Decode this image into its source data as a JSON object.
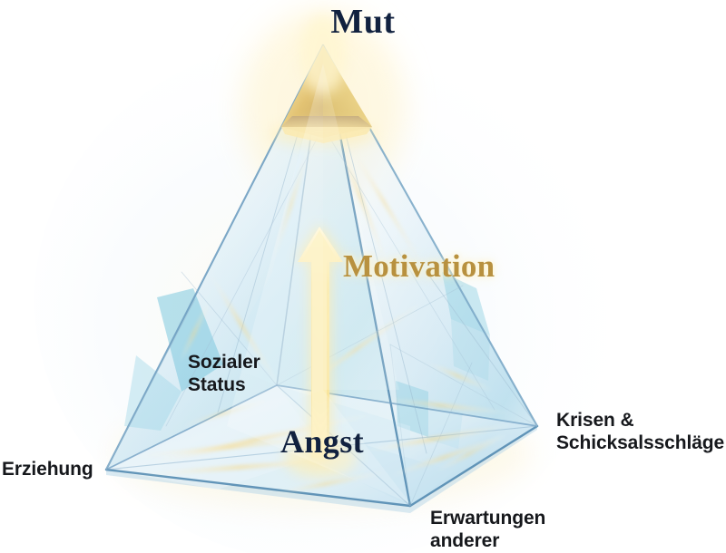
{
  "diagram": {
    "type": "pyramid",
    "shape": "glass-crystal-pyramid",
    "background_color": "#ffffff",
    "apex": {
      "label": "Mut",
      "color": "#11213f",
      "font": "serif",
      "position": "top-center"
    },
    "base_center": {
      "label": "Angst",
      "color": "#11213f",
      "font": "serif",
      "position": "bottom-center"
    },
    "arrow": {
      "name": "motivation-arrow",
      "direction": "up",
      "color": "#f5d97a",
      "label": "Motivation",
      "label_color": "#b8913f"
    },
    "corners": [
      {
        "id": "erziehung",
        "label": "Erziehung",
        "position": "left"
      },
      {
        "id": "sozialer-status",
        "label": "Sozialer\nStatus",
        "position": "inner-left"
      },
      {
        "id": "krisen",
        "label": "Krisen &\nSchicksalsschläge",
        "position": "right"
      },
      {
        "id": "erwartungen",
        "label": "Erwartungen\nanderer",
        "position": "bottom-right"
      }
    ],
    "colors": {
      "edge_blue": "#5b8fb4",
      "facet_cyan": "#8ecfe0",
      "facet_light": "#dcecf6",
      "glow_gold": "#f3d98e",
      "gold_accent": "#e8c46a",
      "apex_gold": "#e9c96a",
      "text_dark": "#11213f",
      "text_black": "#16181c"
    }
  }
}
